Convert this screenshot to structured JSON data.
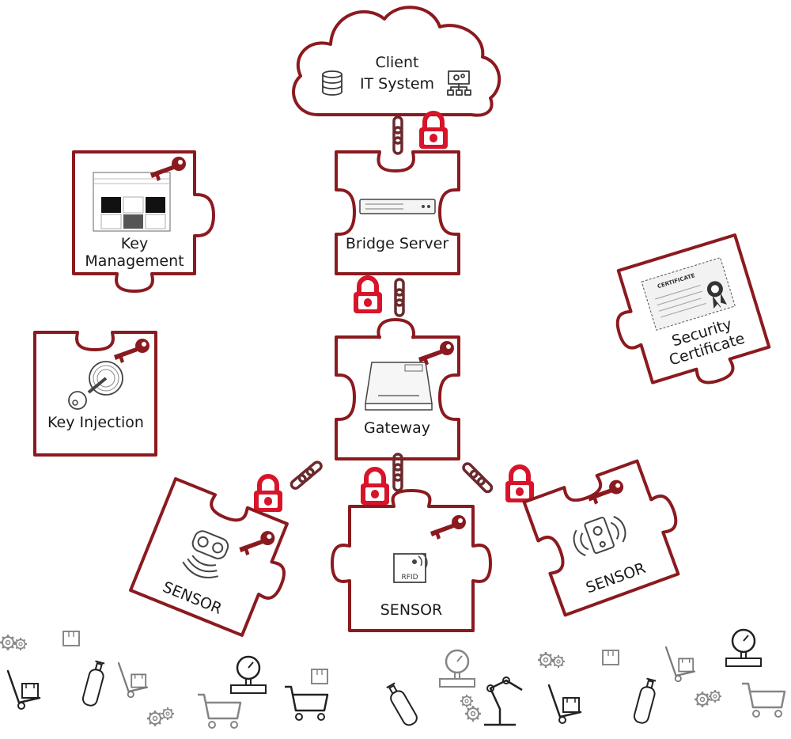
{
  "diagram": {
    "cloud": {
      "line1": "Client",
      "line2": "IT System"
    },
    "bridge": {
      "label": "Bridge Server"
    },
    "gateway": {
      "label": "Gateway"
    },
    "key_management": {
      "line1": "Key",
      "line2": "Management"
    },
    "key_injection": {
      "label": "Key Injection"
    },
    "security_certificate": {
      "line1": "Security",
      "line2": "Certificate",
      "cert_text": "CERTIFICATE"
    },
    "sensor_left": {
      "label": "SENSOR"
    },
    "sensor_center": {
      "label": "SENSOR",
      "rfid_text": "RFID"
    },
    "sensor_right": {
      "label": "SENSOR"
    }
  },
  "colors": {
    "puzzle_border": "#8b1a1f",
    "lock_red": "#d7142a",
    "key_dark_red": "#8b1a1f",
    "chain": "#6b2a2d"
  }
}
